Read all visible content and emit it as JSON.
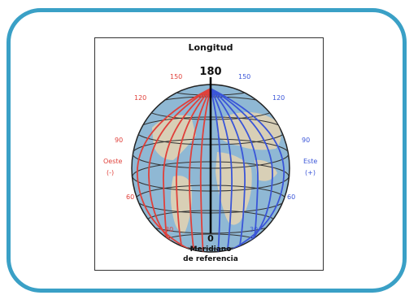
{
  "title": "Longitud",
  "top_value": "180",
  "bottom_value": "0",
  "bottom_caption_line1": "Meridiano",
  "bottom_caption_line2": "de referencia",
  "west": {
    "label": "Oeste",
    "sign": "(-)",
    "color": "#e0403a",
    "ticks": [
      "150",
      "120",
      "90",
      "60",
      "30"
    ]
  },
  "east": {
    "label": "Este",
    "sign": "(+)",
    "color": "#3a55d8",
    "ticks": [
      "150",
      "120",
      "90",
      "60",
      "30"
    ]
  },
  "colors": {
    "frame": "#3aa0c6",
    "ocean": "#8fb8d4",
    "land": "#d8cfb6"
  }
}
